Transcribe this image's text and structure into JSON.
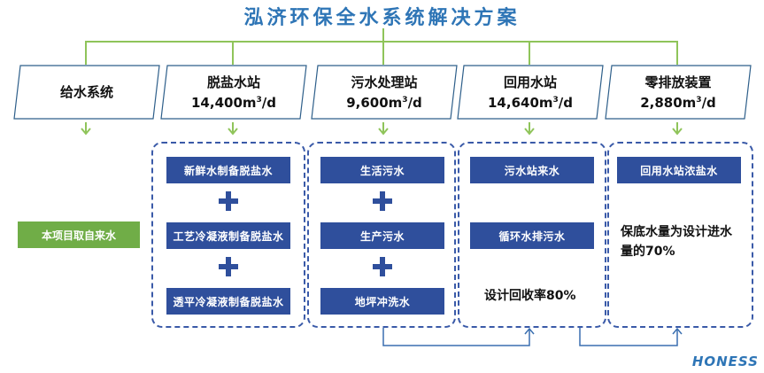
{
  "title": "泓济环保全水系统解决方案",
  "systems": [
    {
      "name": "给水系统",
      "capacity_num": "",
      "capacity_unit": ""
    },
    {
      "name": "脱盐水站",
      "capacity_num": "14,400m",
      "capacity_unit": "/d"
    },
    {
      "name": "污水处理站",
      "capacity_num": "9,600m",
      "capacity_unit": "/d"
    },
    {
      "name": "回用水站",
      "capacity_num": "14,640m",
      "capacity_unit": "/d"
    },
    {
      "name": "零排放装置",
      "capacity_num": "2,880m",
      "capacity_unit": "/d"
    }
  ],
  "unit_sup": "3",
  "water_supply_note": "本项目取自来水",
  "desalination_items": [
    "新鲜水制备脱盐水",
    "工艺冷凝液制备脱盐水",
    "透平冷凝液制备脱盐水"
  ],
  "wastewater_items": [
    "生活污水",
    "生产污水",
    "地坪冲洗水"
  ],
  "reuse_items": [
    "污水站来水",
    "循环水排污水"
  ],
  "reuse_note": "设计回收率80%",
  "zld_items": [
    "回用水站浓盐水"
  ],
  "zld_note_line1": "保底水量为设计进水",
  "zld_note_line2": "量的70%",
  "logo_text": "HONESS",
  "colors": {
    "accent": "#2e75b6",
    "button": "#2f4f9c",
    "green": "#70ad47",
    "line": "#8fc45a"
  }
}
